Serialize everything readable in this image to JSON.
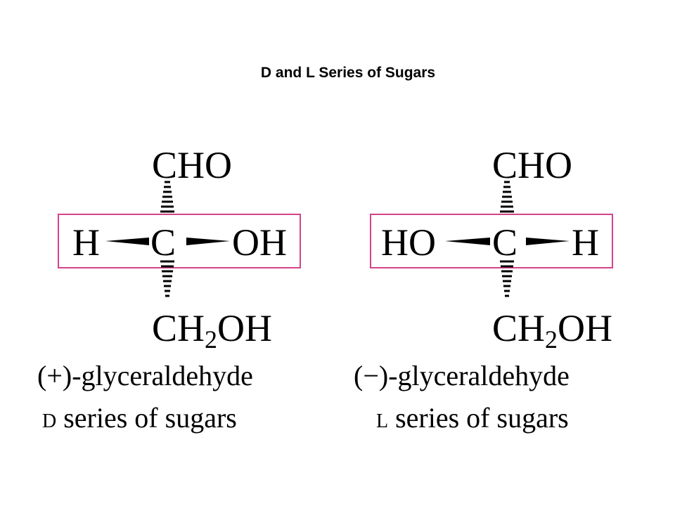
{
  "title": "D and L Series of Sugars",
  "colors": {
    "highlight_box": "#d6428a",
    "text": "#000000"
  },
  "left": {
    "top_group": "CHO",
    "left_group": "H",
    "center": "C",
    "right_group": "OH",
    "bottom_main": "CH",
    "bottom_sub": "2",
    "bottom_tail": "OH",
    "name": "(+)-glyceraldehyde",
    "series_letter": "d",
    "series_text": " series of sugars"
  },
  "right": {
    "top_group": "CHO",
    "left_group": "HO",
    "center": "C",
    "right_group": "H",
    "bottom_main": "CH",
    "bottom_sub": "2",
    "bottom_tail": "OH",
    "name": "(−)-glyceraldehyde",
    "series_letter": "l",
    "series_text": " series of sugars"
  }
}
